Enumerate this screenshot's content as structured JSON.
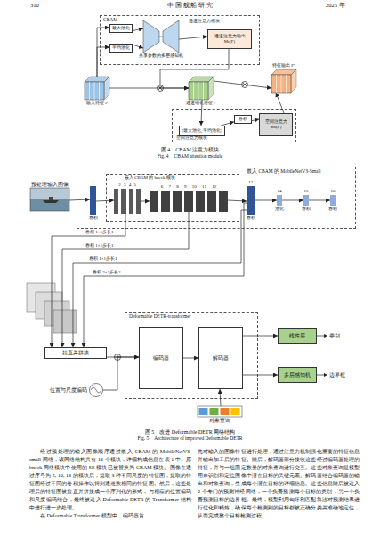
{
  "diagram": {
    "nodes": [
      {
        "text": [
          "CBAM"
        ]
      },
      {
        "text": [
          "最大池化"
        ],
        "in": 0
      },
      {
        "text": [
          "平均池化"
        ],
        "in": 0
      },
      {
        "text": [
          "共享参数的多层感知机"
        ],
        "in": 0
      },
      {
        "text": [
          "通道注意力输出 Mc(F)"
        ],
        "in": 0
      },
      {
        "text": [
          "输入特征 F"
        ]
      },
      {
        "text": [
          "通道细化特征 F'"
        ]
      },
      {
        "text": [
          "特征输出 F''"
        ]
      },
      {
        "text": [
          "空间注意力模块"
        ]
      },
      {
        "text": [
          "[最大池化, 平均池化]"
        ],
        "in": 8
      },
      {
        "text": [
          "卷积"
        ],
        "in": 8
      },
      {
        "text": [
          "空间注意力 Ms(F')"
        ],
        "in": 8
      },
      {
        "text": [
          "预处理输入图像"
        ]
      },
      {
        "text": [
          "嵌入 CBAM 的 MobileNetV3-Small"
        ]
      },
      {
        "text": [
          "嵌入 CBAM 的 bneck 模块"
        ],
        "in": 13
      },
      {
        "text": [
          "1",
          "卷积"
        ],
        "in": 13
      },
      {
        "text": [
          "2 3 4 5"
        ],
        "in": 14
      },
      {
        "text": [
          "6 7 8 9 10 11 12"
        ],
        "in": 14
      },
      {
        "text": [
          "13",
          "卷积"
        ],
        "in": 13
      },
      {
        "text": [
          "14",
          "池化"
        ],
        "in": 13
      },
      {
        "text": [
          "15",
          "卷积"
        ],
        "in": 13
      },
      {
        "text": [
          "16",
          "卷积"
        ],
        "in": 13
      },
      {
        "text": [
          "拉直并拼接"
        ]
      },
      {
        "text": [
          "位置与尺度编码"
        ]
      },
      {
        "text": [
          "Deformable DETR-transformer"
        ]
      },
      {
        "text": [
          "编码器"
        ],
        "in": 24
      },
      {
        "text": [
          "解码器"
        ],
        "in": 24
      },
      {
        "text": [
          "对象查询"
        ]
      },
      {
        "text": [
          "线性层"
        ]
      },
      {
        "text": [
          "多层感知机"
        ]
      }
    ],
    "edges": [
      {
        "from": 5,
        "to": 1,
        "arrow": "to"
      },
      {
        "from": 5,
        "to": 2,
        "arrow": "to"
      },
      {
        "from": 1,
        "to": 3,
        "arrow": "to"
      },
      {
        "from": 2,
        "to": 3,
        "arrow": "to"
      },
      {
        "from": 3,
        "to": 4,
        "arrow": "to"
      },
      {
        "from": 4,
        "to": 6,
        "arrow": "to"
      },
      {
        "from": 5,
        "to": 6,
        "arrow": "to"
      },
      {
        "from": 6,
        "to": 9,
        "arrow": "to"
      },
      {
        "from": 9,
        "to": 10,
        "arrow": "to"
      },
      {
        "from": 10,
        "to": 11,
        "arrow": "to"
      },
      {
        "from": 11,
        "to": 7,
        "arrow": "to"
      },
      {
        "from": 6,
        "to": 7,
        "arrow": "to"
      },
      {
        "from": 12,
        "to": 15,
        "arrow": "to"
      },
      {
        "from": 15,
        "to": 16,
        "arrow": "to"
      },
      {
        "from": 16,
        "to": 17,
        "arrow": "to"
      },
      {
        "from": 17,
        "to": 18,
        "arrow": "to"
      },
      {
        "from": 18,
        "to": 19,
        "arrow": "to"
      },
      {
        "from": 19,
        "to": 20,
        "arrow": "to"
      },
      {
        "from": 20,
        "to": 21,
        "arrow": "to"
      },
      {
        "from": 16,
        "to": 22,
        "label": "卷积 1×1步长1",
        "arrow": "to"
      },
      {
        "from": 17,
        "to": 22,
        "label": "卷积 1×1步长1",
        "arrow": "to"
      },
      {
        "from": 18,
        "to": 22,
        "label": "卷积 1×1步长1",
        "arrow": "to"
      },
      {
        "from": 18,
        "to": 22,
        "label": "卷积 3×3步长2",
        "arrow": "to"
      },
      {
        "from": 22,
        "to": 25,
        "arrow": "to"
      },
      {
        "from": 23,
        "to": 25,
        "arrow": "to"
      },
      {
        "from": 25,
        "to": 26,
        "arrow": "to"
      },
      {
        "from": 27,
        "to": 26,
        "arrow": "to"
      },
      {
        "from": 26,
        "to": 28,
        "arrow": "to"
      },
      {
        "from": 26,
        "to": 29,
        "arrow": "to"
      }
    ],
    "labels": [
      "310",
      "中 国 舰 船 研 究",
      "2025 年",
      "通道注意力模块",
      "图 4　CBAM 注意力模块",
      "Fig. 4　CBAM attention module",
      "类别",
      "边界框",
      "图 5　改进 Deformable DETR 网络结构",
      "Fig. 5　Architecture of improved Deformable DETR",
      "经过预处理的输入图像顺序通过嵌入 CBAM 的 MobileNetV3-small 网络，该网络结构共有 16 个模块，详细构成信息在表 1 中。原 bneck 网络模块中使用的 SE 模块已被替换为 CBAM 模块。图像在通过序号为 5, 12, 13 的模块后，提取 3 种不同尺度的特征图，提取的特征图经过不同的卷积操作以得到通道数相同的特征图。然后，这些处理后的特征图被拉直并拼接成一个序列化的形式，与相应的位置编码和尺度编码结合，最终被送入 Deformable DETR 的 Transformer 结构中进行进一步处理。",
      "在 Deformable Transformer 模型中，编码器首",
      "先对输入的图像特征进行处理，通过注意力机制强化重要的特征信息并输出加工后的特征。随后，解码器部分接收这些经过编码器处理的特征，并与一组固定数量的对象查询进行交互。这些对象查询是模型用来识别和定位图像中潜在目标的关键元素。解码器结合编码器的输出和对象查询，生成每个潜在目标的详细信息。这些信息随后被送入 2 个专门的预测神经网络，一个负责预测每个目标的类别，另一个负责预测目标的边界框。最终，模型利用匈牙利匹配算法对预测结果进行优化和精炼，确保每个检测到的目标都被正确分类并准确地定位，从而完成整个目标检测过程。"
    ]
  }
}
